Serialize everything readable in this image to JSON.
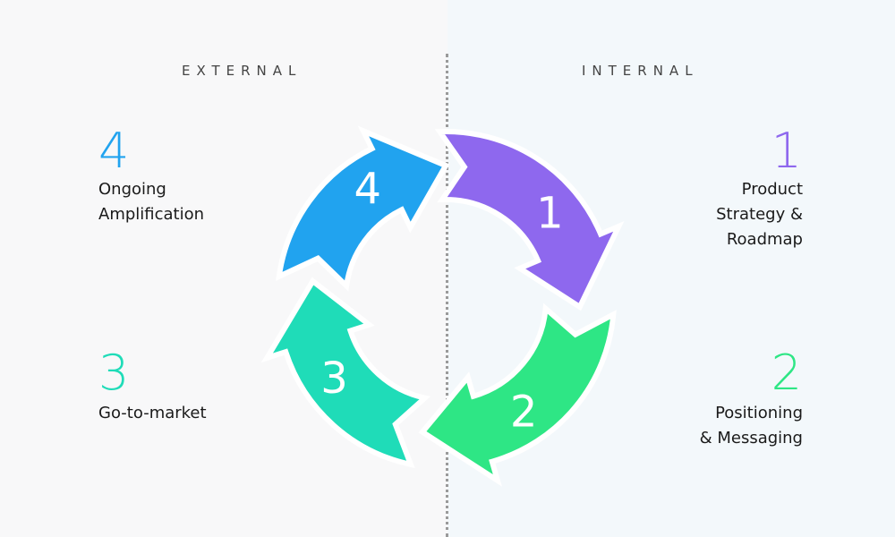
{
  "sections": {
    "external": "EXTERNAL",
    "internal": "INTERNAL"
  },
  "steps": [
    {
      "number": "1",
      "label": "Product\nStrategy &\nRoadmap",
      "color": "#8e68ee"
    },
    {
      "number": "2",
      "label": "Positioning\n& Messaging",
      "color": "#2ee685"
    },
    {
      "number": "3",
      "label": "Go-to-market",
      "color": "#1fdcb8"
    },
    {
      "number": "4",
      "label": "Ongoing\nAmplification",
      "color": "#21a3ef"
    }
  ],
  "colors": {
    "divider": "#9a9a9a",
    "text": "#1a1a1a"
  }
}
